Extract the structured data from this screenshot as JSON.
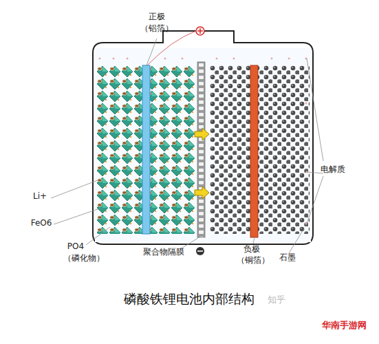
{
  "diagram": {
    "caption": "磷酸铁锂电池内部结构",
    "labels": [
      "正极",
      "（铝箔）",
      "Li+",
      "FeO6",
      "PO4",
      "（磷化物）",
      "聚合物隔膜",
      "负极",
      "（铜箔）",
      "石墨",
      "电解质",
      "知乎",
      "华南手游网"
    ]
  }
}
